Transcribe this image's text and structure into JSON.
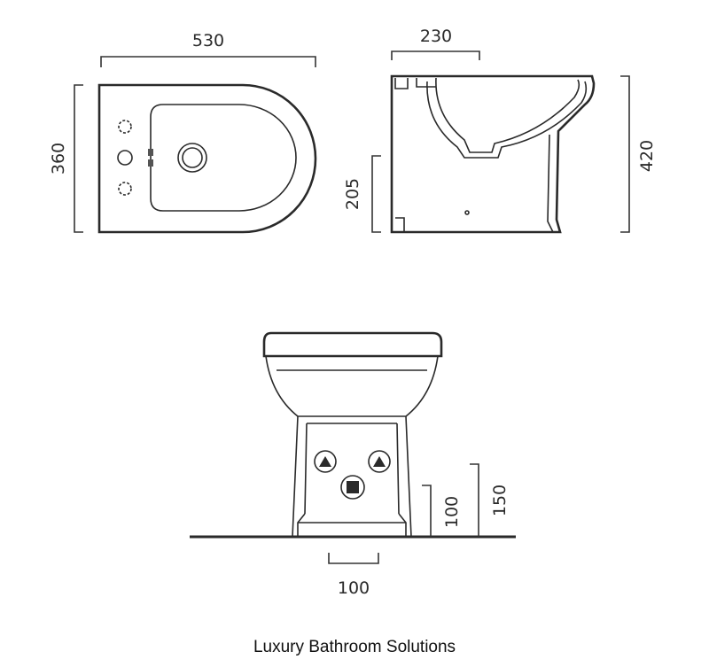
{
  "dimensions": {
    "top_width": "530",
    "top_depth": "360",
    "side_seat": "230",
    "side_height": "420",
    "side_outlet": "205",
    "front_inlet_low": "100",
    "front_inlet_high": "150",
    "front_base_width": "100"
  },
  "caption": "Luxury Bathroom Solutions",
  "colors": {
    "line": "#2a2a2a",
    "background": "#ffffff"
  }
}
